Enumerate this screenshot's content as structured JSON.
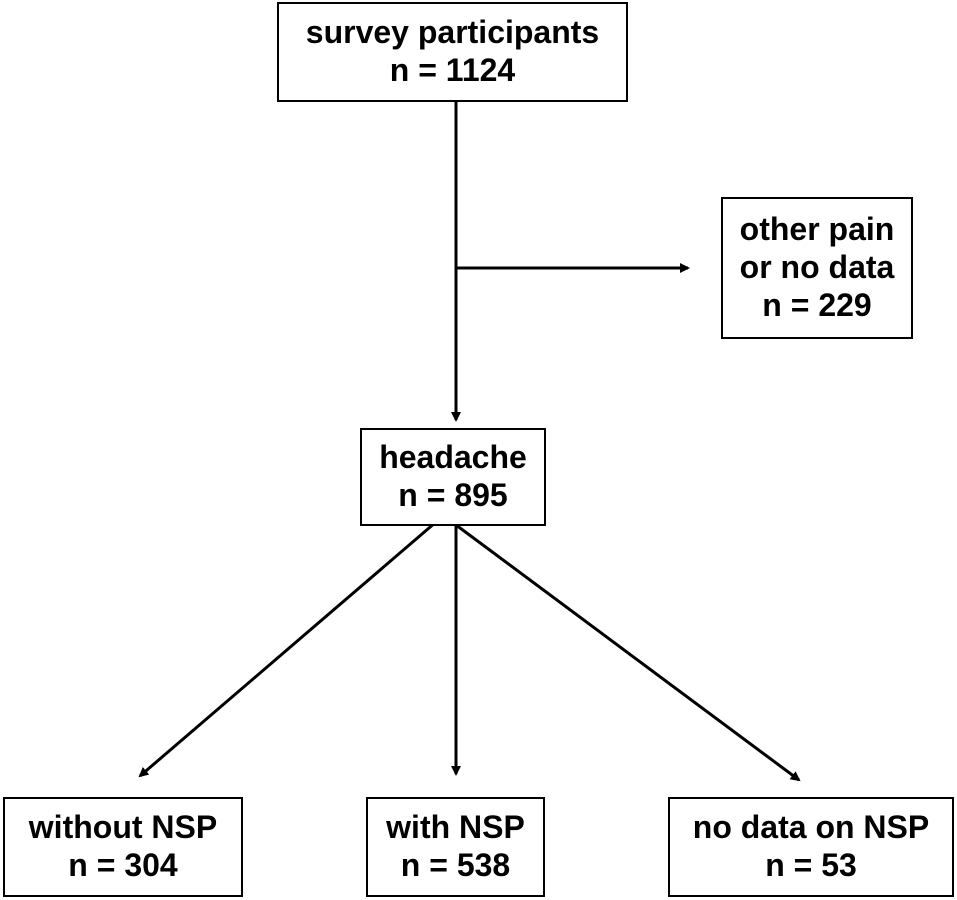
{
  "nodes": {
    "participants": {
      "title": "survey participants",
      "count": "n = 1124"
    },
    "excluded": {
      "line1": "other pain",
      "line2": "or no data",
      "count": "n = 229"
    },
    "headache": {
      "title": "headache",
      "count": "n = 895"
    },
    "without_nsp": {
      "title": "without NSP",
      "count": "n = 304"
    },
    "with_nsp": {
      "title": "with NSP",
      "count": "n = 538"
    },
    "no_data_nsp": {
      "title": "no data on NSP",
      "count": "n = 53"
    }
  },
  "colors": {
    "stroke": "#000000",
    "background": "#ffffff"
  }
}
